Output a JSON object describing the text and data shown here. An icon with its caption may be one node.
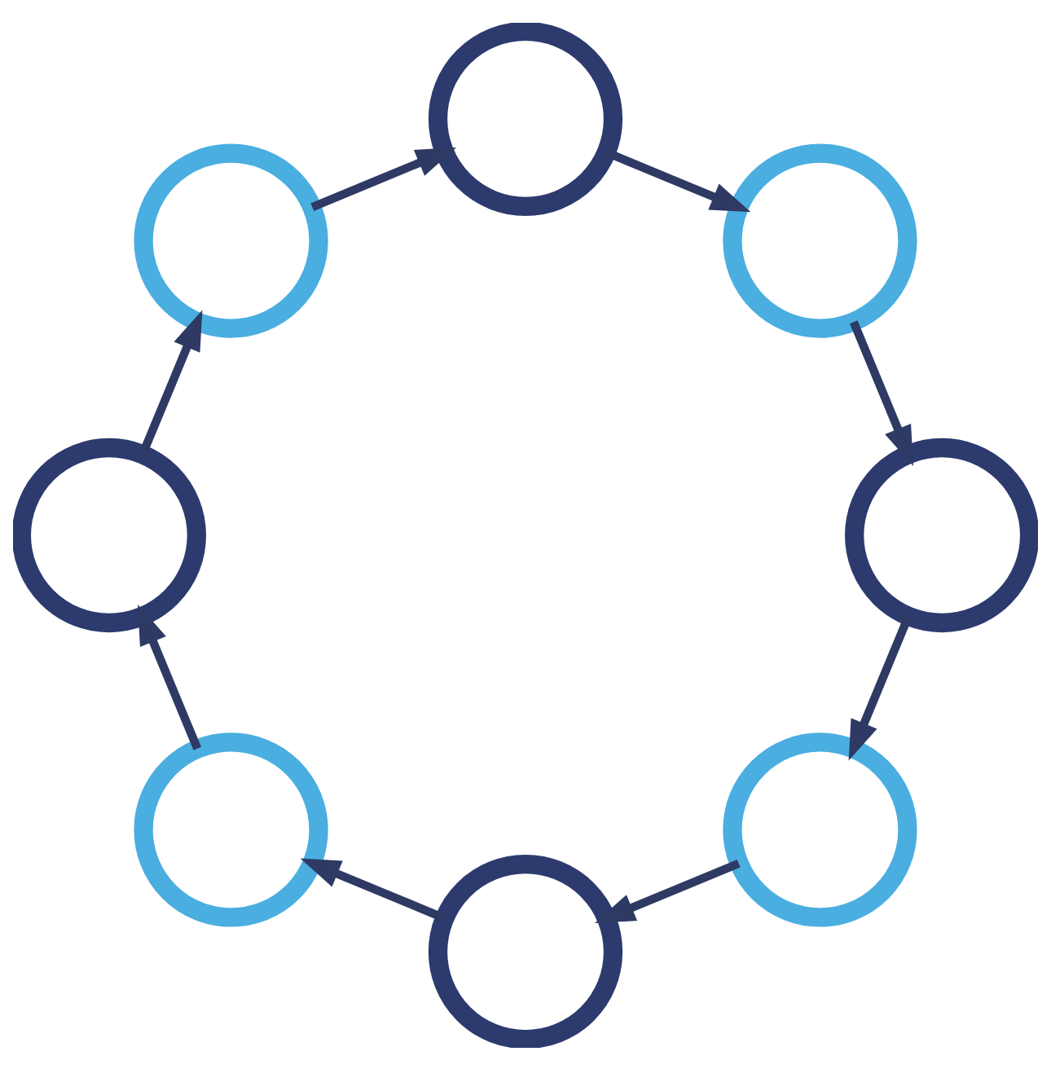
{
  "diagram": {
    "nodes": [
      {
        "text": [],
        "shape": "circle"
      },
      {
        "text": [],
        "shape": "circle"
      },
      {
        "text": [],
        "shape": "circle"
      },
      {
        "text": [],
        "shape": "circle"
      },
      {
        "text": [],
        "shape": "circle"
      },
      {
        "text": [],
        "shape": "circle"
      },
      {
        "text": [],
        "shape": "circle"
      },
      {
        "text": [],
        "shape": "circle"
      }
    ],
    "edges": [
      {
        "from": 0,
        "to": 1,
        "arrow": "to"
      },
      {
        "from": 1,
        "to": 2,
        "arrow": "to"
      },
      {
        "from": 2,
        "to": 3,
        "arrow": "to"
      },
      {
        "from": 3,
        "to": 4,
        "arrow": "to"
      },
      {
        "from": 4,
        "to": 5,
        "arrow": "to"
      },
      {
        "from": 5,
        "to": 6,
        "arrow": "to"
      },
      {
        "from": 6,
        "to": 7,
        "arrow": "to"
      },
      {
        "from": 7,
        "to": 0,
        "arrow": "to"
      }
    ]
  }
}
